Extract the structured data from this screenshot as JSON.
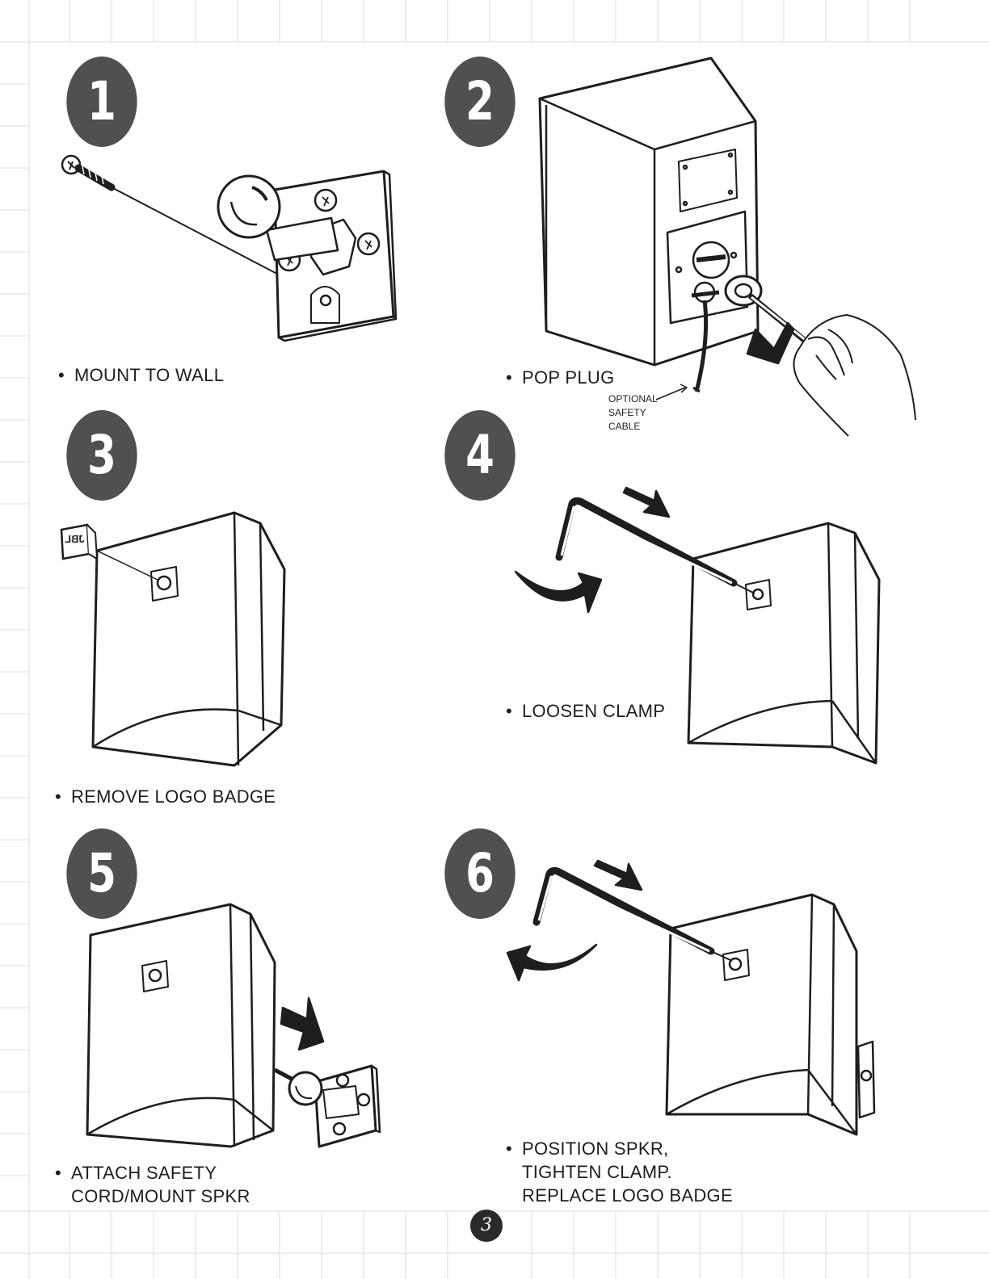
{
  "steps": [
    {
      "number": "1",
      "text": "MOUNT TO WALL"
    },
    {
      "number": "2",
      "text": "POP PLUG"
    },
    {
      "number": "3",
      "text": "REMOVE LOGO BADGE"
    },
    {
      "number": "4",
      "text": "LOOSEN CLAMP"
    },
    {
      "number": "5",
      "text_lines": [
        "ATTACH SAFETY",
        "CORD/MOUNT SPKR"
      ]
    },
    {
      "number": "6",
      "text_lines": [
        "POSITION SPKR,",
        "TIGHTEN CLAMP.",
        "REPLACE LOGO BADGE"
      ]
    }
  ],
  "callouts": {
    "safety_cable": [
      "OPTIONAL",
      "SAFETY",
      "CABLE"
    ]
  },
  "logo_badge_text": "JBL",
  "bullet": "•",
  "page_number": "3",
  "colors": {
    "badge": "#505050",
    "line": "#1e1e1e",
    "grid": "#d9d9d9"
  }
}
